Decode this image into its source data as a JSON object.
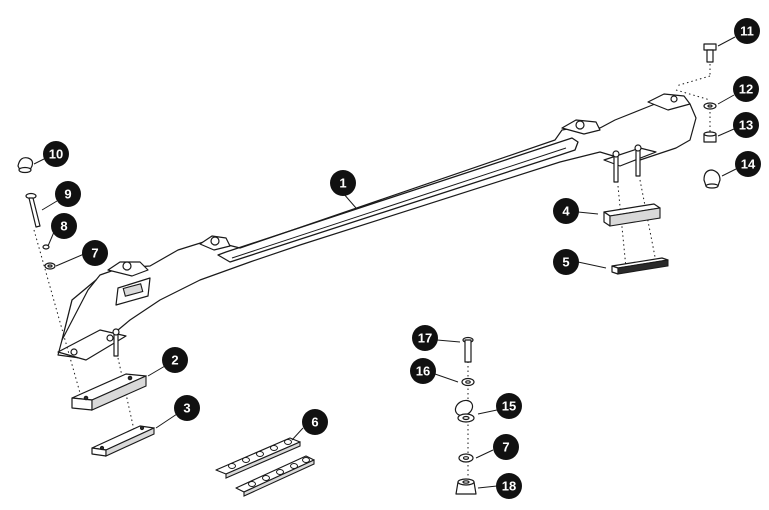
{
  "callouts": [
    {
      "id": "c1",
      "label": "1"
    },
    {
      "id": "c2",
      "label": "2"
    },
    {
      "id": "c3",
      "label": "3"
    },
    {
      "id": "c4",
      "label": "4"
    },
    {
      "id": "c5",
      "label": "5"
    },
    {
      "id": "c6",
      "label": "6"
    },
    {
      "id": "c7a",
      "label": "7"
    },
    {
      "id": "c7b",
      "label": "7"
    },
    {
      "id": "c8",
      "label": "8"
    },
    {
      "id": "c9",
      "label": "9"
    },
    {
      "id": "c10",
      "label": "10"
    },
    {
      "id": "c11",
      "label": "11"
    },
    {
      "id": "c12",
      "label": "12"
    },
    {
      "id": "c13",
      "label": "13"
    },
    {
      "id": "c14",
      "label": "14"
    },
    {
      "id": "c15",
      "label": "15"
    },
    {
      "id": "c16",
      "label": "16"
    },
    {
      "id": "c17",
      "label": "17"
    },
    {
      "id": "c18",
      "label": "18"
    }
  ]
}
